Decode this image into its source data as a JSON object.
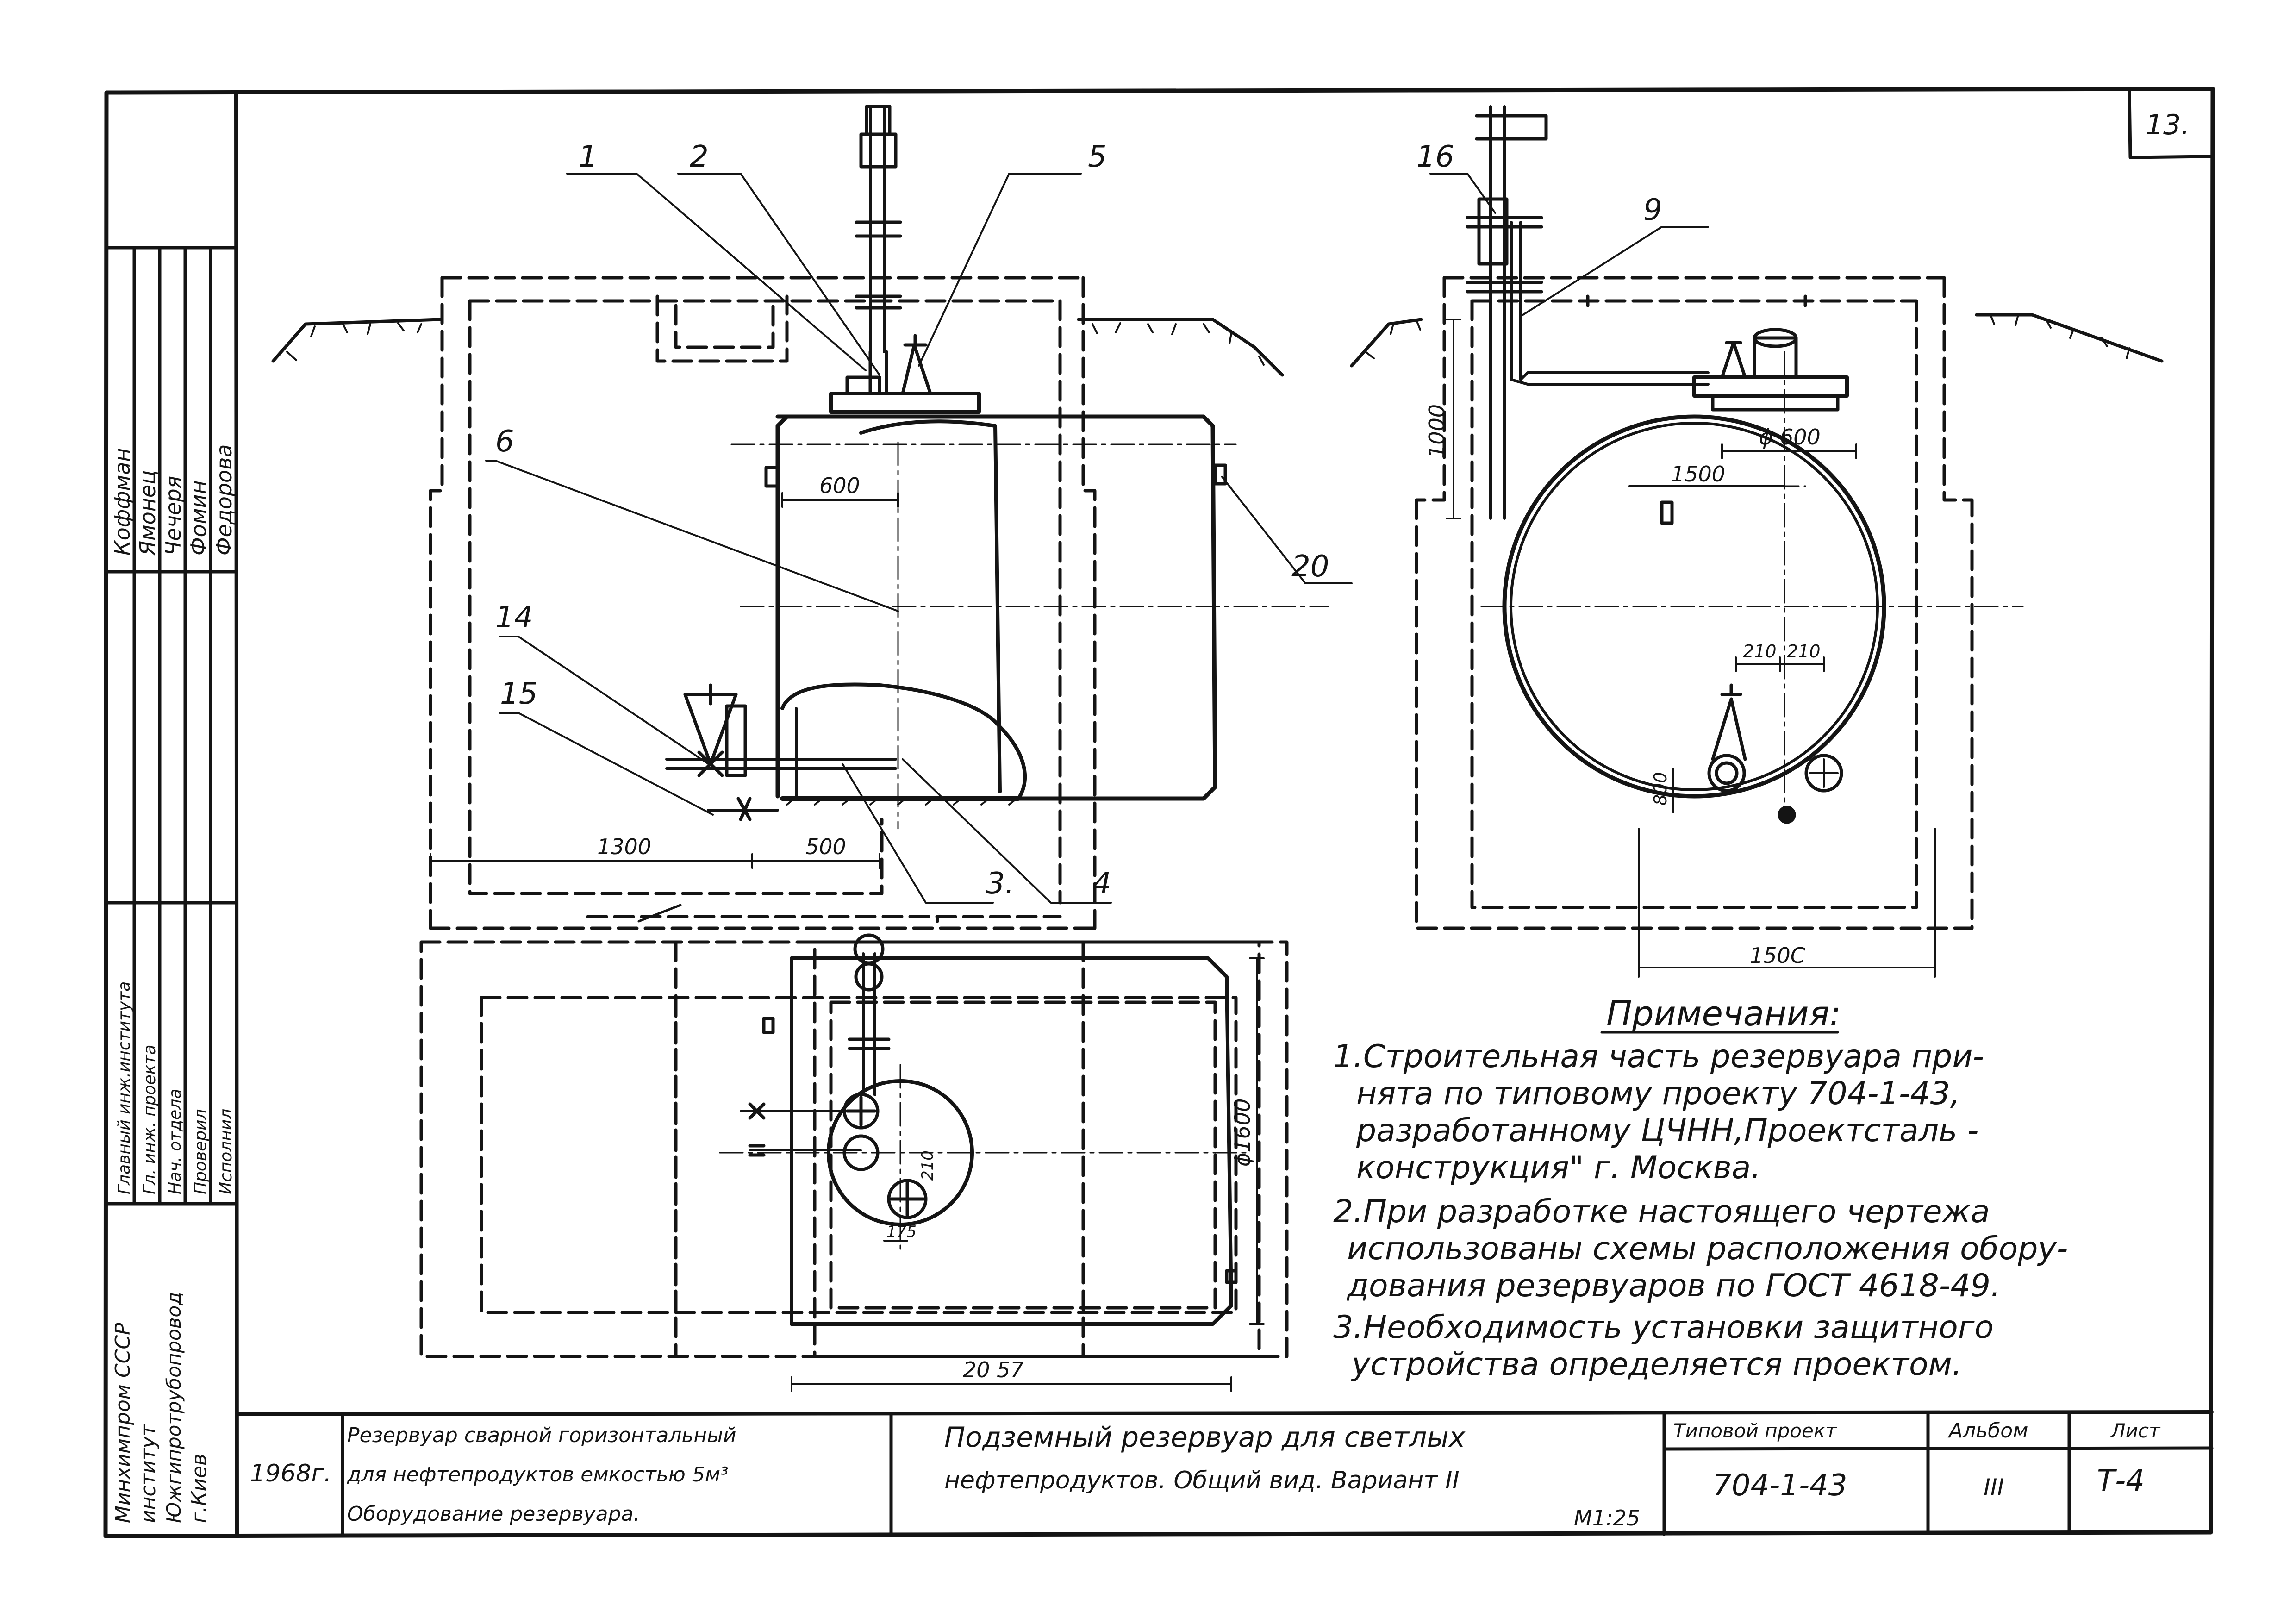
{
  "sheet_number": "13.",
  "callouts": {
    "c1": "1",
    "c2": "2",
    "c3": "3.",
    "c4": "4",
    "c5": "5",
    "c6": "6",
    "c9": "9",
    "c14": "14",
    "c15": "15",
    "c16": "16",
    "c20": "20"
  },
  "dimensions": {
    "d600": "600",
    "d1300": "1300",
    "d500": "500",
    "d2057": "20 57",
    "d1500_bottom": "150C",
    "d1500_top": "1500",
    "d1000": "1000",
    "d800": "800",
    "d_phi600": "ϕ 600",
    "d210a": "210",
    "d210b": "210",
    "d_phi1600": "ϕ1600",
    "d210_plan": "210",
    "d175": "175"
  },
  "notes": {
    "heading": "Примечания:",
    "line1": "1.Строительная часть резервуара при-",
    "line2": "нята по типовому проекту 704-1-43,",
    "line3": "разработанному ЦЧНН,Проектсталь -",
    "line4": "конструкция\" г. Москва.",
    "line5": "2.При разработке настоящего чертежа",
    "line6": "использованы схемы расположения обору-",
    "line7": "дования резервуаров по ГОСТ 4618-49.",
    "line8": "3.Необходимость установки защитного",
    "line9": "устройства определяется проектом."
  },
  "side_block": {
    "names": [
      "Коффман",
      "Ямонец",
      "Чечеря",
      "Фомин",
      "Федорова"
    ],
    "roles": [
      "Главный инж.института",
      "Гл. инж. проекта",
      "Нач. отдела",
      "Проверил",
      "Исполнил"
    ],
    "org": [
      "Минхимпром СССР",
      "институт",
      "Южгипротрубопровод",
      "г.Киев"
    ]
  },
  "title_block": {
    "year": "1968г.",
    "desc1": "Резервуар сварной горизонтальный",
    "desc2": "для нефтепродуктов емкостью 5м³",
    "desc3": "Оборудование резервуара.",
    "title1": "Подземный резервуар для светлых",
    "title2": "нефтепродуктов. Общий вид. Вариант II",
    "scale": "М1:25",
    "project_label": "Типовой проект",
    "project_value": "704-1-43",
    "album_label": "Альбом",
    "album_value": "III",
    "sheet_label": "Лист",
    "sheet_value": "Т-4"
  }
}
